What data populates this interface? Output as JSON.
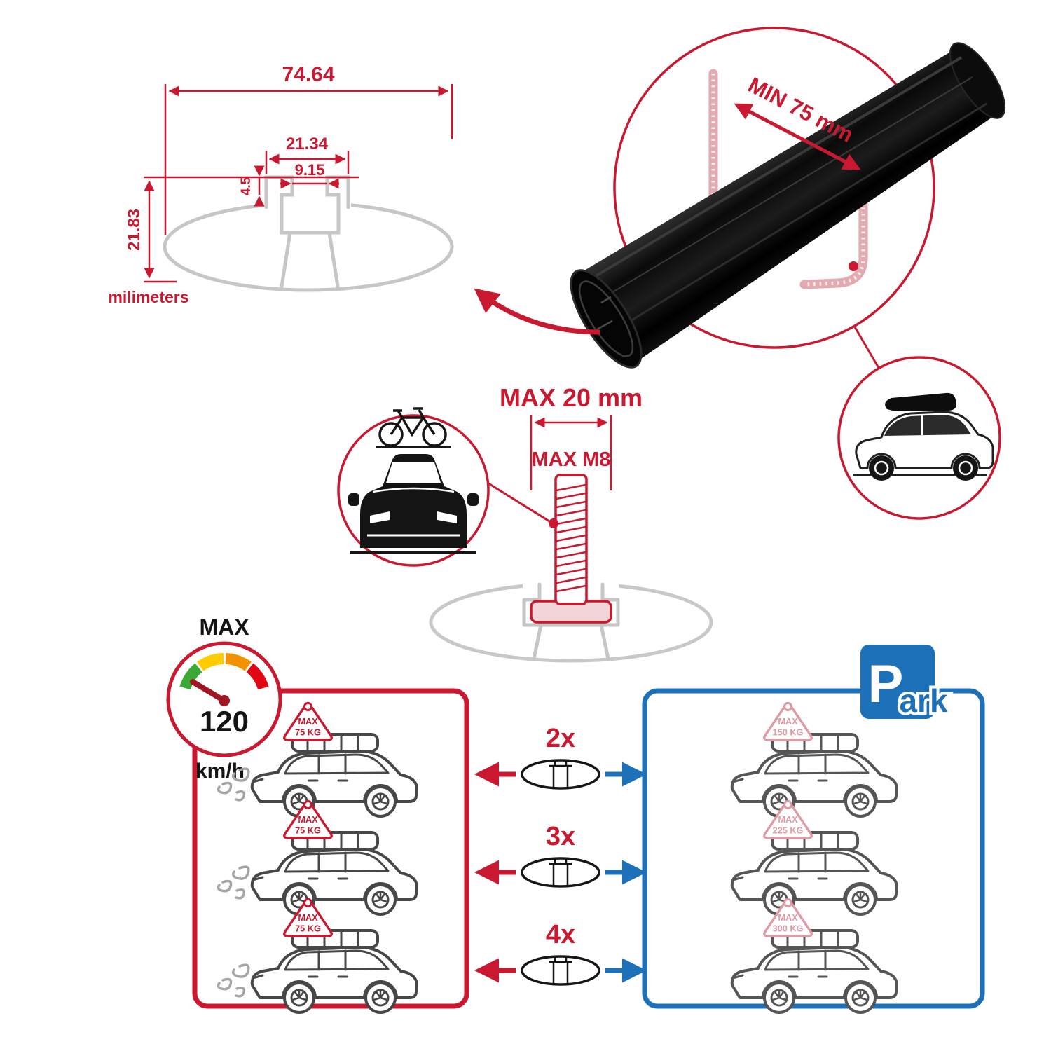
{
  "cross_section": {
    "width_total": "74.64",
    "flange_width": "21.34",
    "slot_width": "9.15",
    "lip_height": "4.5",
    "height_total": "21.83",
    "unit_label": "milimeters"
  },
  "bar_detail": {
    "min_span_label": "MIN 75 mm"
  },
  "bolt": {
    "max_width_label": "MAX 20 mm",
    "max_thread_label": "MAX M8"
  },
  "gauge": {
    "title": "MAX",
    "speed": "120",
    "unit": "km/h"
  },
  "park_sign": {
    "letter": "P",
    "suffix": "ark"
  },
  "left_panel": {
    "cars": [
      {
        "tag_title": "MAX",
        "tag_load": "75 KG"
      },
      {
        "tag_title": "MAX",
        "tag_load": "75 KG"
      },
      {
        "tag_title": "MAX",
        "tag_load": "75 KG"
      }
    ]
  },
  "right_panel": {
    "cars": [
      {
        "tag_title": "MAX",
        "tag_load": "150 KG"
      },
      {
        "tag_title": "MAX",
        "tag_load": "225 KG"
      },
      {
        "tag_title": "MAX",
        "tag_load": "300 KG"
      }
    ]
  },
  "multipliers": [
    {
      "label": "2x"
    },
    {
      "label": "3x"
    },
    {
      "label": "4x"
    }
  ],
  "colors": {
    "red": "#c9182f",
    "blue": "#1d71b8",
    "ghost_pink": "#e3aab1",
    "profile_gray": "#c6c6c6"
  }
}
